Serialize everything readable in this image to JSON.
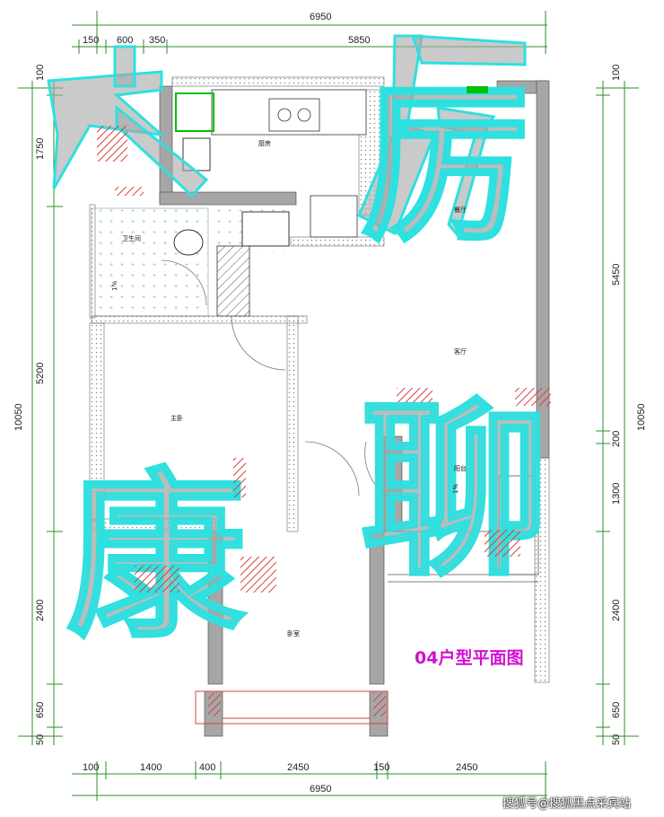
{
  "title": "04户型平面图",
  "watermark": "搜狐号@搜狐黑点采宾站",
  "overlay_chars": [
    "厉",
    "康",
    "聊"
  ],
  "dimensions": {
    "top_total": "6950",
    "top_segments": [
      "150",
      "600",
      "350",
      "5850"
    ],
    "bottom_total": "6950",
    "bottom_segments": [
      "100",
      "1400",
      "400",
      "2450",
      "150",
      "2450"
    ],
    "left_segments": [
      "100",
      "1750",
      "5200",
      "2400",
      "650",
      "50"
    ],
    "left_total": "10050",
    "right_segments": [
      "100",
      "5450",
      "200",
      "1300",
      "2400",
      "650",
      "50"
    ],
    "right_total": "10050"
  },
  "rooms": {
    "kitchen": "厨房",
    "dining": "餐厅",
    "bathroom": "卫生间",
    "living": "客厅",
    "master_bedroom": "主卧",
    "balcony": "阳台",
    "bedroom": "卧室",
    "slope_bath": "1%",
    "slope_balcony": "1%"
  },
  "colors": {
    "wall": "#a6a6a6",
    "cyan": "#2ee0e0",
    "hatch_red": "#d94040",
    "title": "#d010d0",
    "green": "#00c000"
  }
}
